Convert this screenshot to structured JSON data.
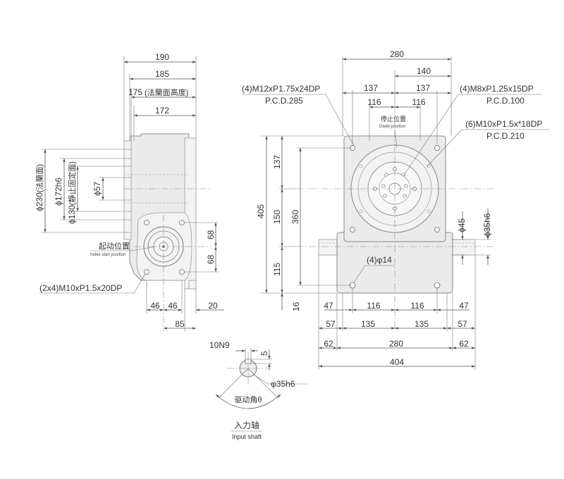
{
  "side_view": {
    "dims_top": [
      "190",
      "185",
      "175",
      "172"
    ],
    "dim_175_note": "(法蘭面高度)",
    "dims_left": [
      "230",
      "172h6",
      "130",
      "57"
    ],
    "dim_230_note": "(法蘭面)",
    "dim_130_note": "(靜止固定面)",
    "dims_right": [
      "68",
      "68"
    ],
    "dims_bottom": [
      "46",
      "46",
      "20",
      "85"
    ],
    "start_label": "起动位置",
    "start_label_en": "Index start position",
    "hole_note": "(2x4)M10xP1.5x20DP"
  },
  "front_view": {
    "dims_top": [
      "280",
      "140",
      "137",
      "137",
      "116",
      "116"
    ],
    "dwell_label": "停止位置",
    "dwell_label_en": "Dwell position",
    "note_m12": "(4)M12xP1.75x24DP",
    "note_m12_pcd": "P.C.D.285",
    "note_m8": "(4)M8xP1.25x15DP",
    "note_m8_pcd": "P.C.D.100",
    "note_m10": "(6)M10xP1.5x*18DP",
    "note_m10_pcd": "P.C.D.210",
    "dims_left": [
      "405",
      "137",
      "150",
      "360",
      "115",
      "16"
    ],
    "hole14": "(4)φ14",
    "dims_right": [
      "45",
      "35h6"
    ],
    "dims_bottom_row1": [
      "47",
      "116",
      "116",
      "47"
    ],
    "dims_bottom_row2": [
      "57",
      "135",
      "135",
      "57"
    ],
    "dims_bottom_row3": [
      "62",
      "280",
      "62"
    ],
    "dims_bottom_row4": [
      "404"
    ]
  },
  "shaft_view": {
    "key": "10N9",
    "key_depth": "5",
    "dia": "φ35h6",
    "angle": "驱动角θ",
    "title": "入力轴",
    "title_en": "Input shaft"
  }
}
